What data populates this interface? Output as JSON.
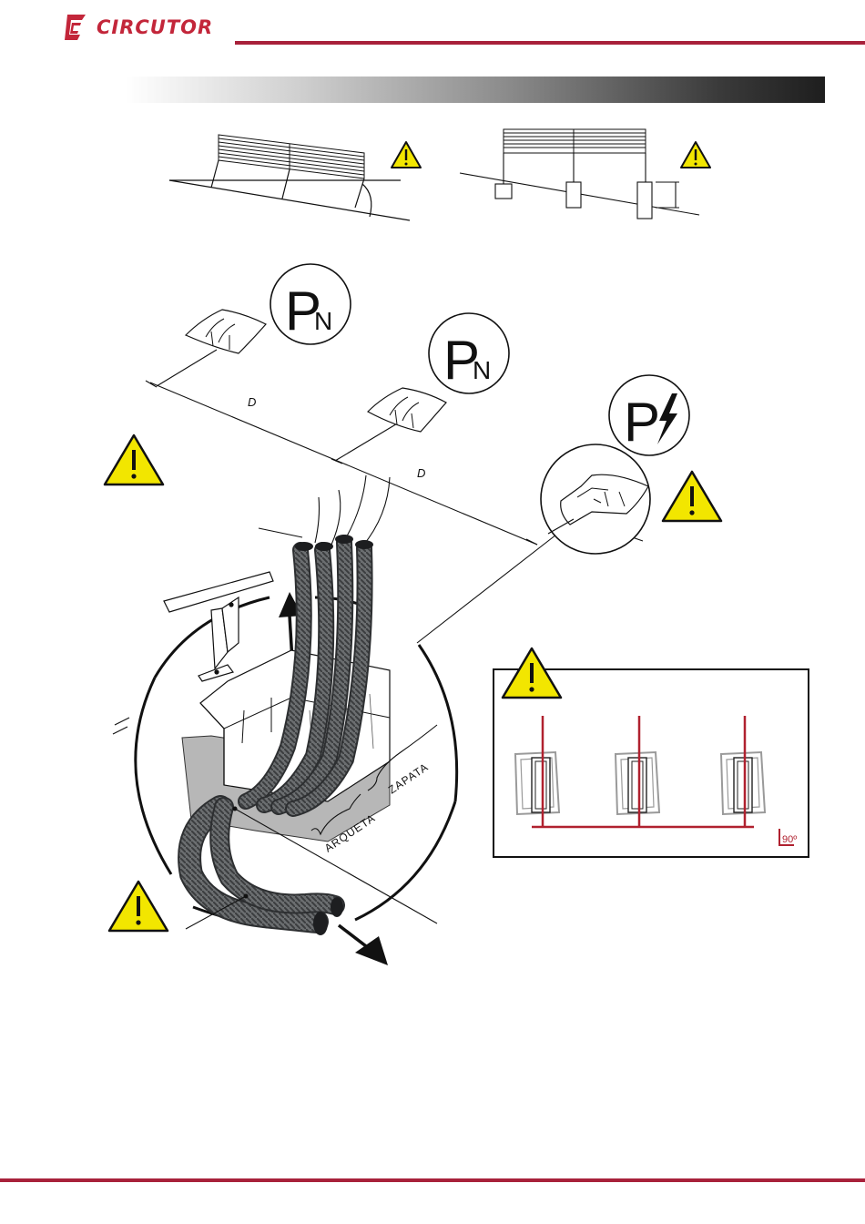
{
  "header": {
    "brand": "CIRCUTOR",
    "brand_color": "#c3263a",
    "rule_color": "#a8213a"
  },
  "labels": {
    "p_normal": "P",
    "p_normal_sub": "N",
    "p_power": "P",
    "distance_1": "D",
    "distance_2": "D",
    "arqueta": "ARQUETA",
    "zapata": "ZAPATA",
    "angle": "90º"
  },
  "icons": {
    "warning": "warning-triangle-icon",
    "lightning": "lightning-bolt-icon"
  }
}
